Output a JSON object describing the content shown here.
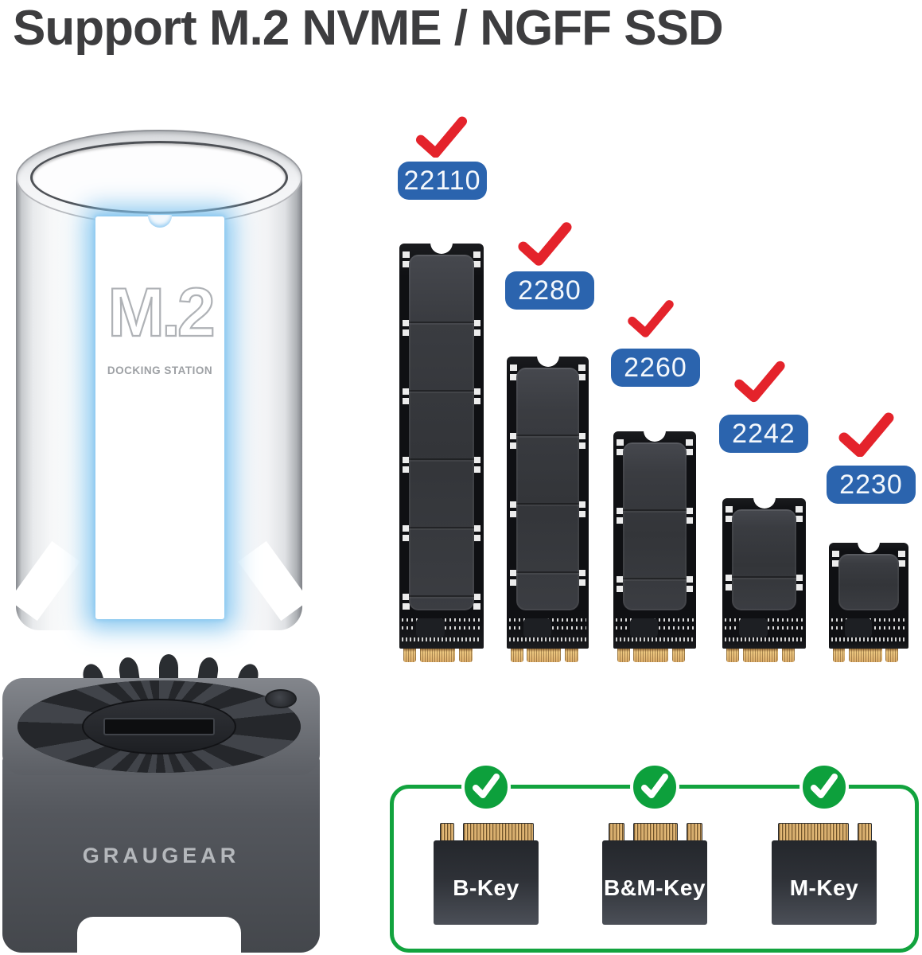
{
  "title": "Support M.2 NVME / NGFF SSD",
  "dock": {
    "logo": "M.2",
    "logo_sub": "DOCKING STATION",
    "brand": "GRAUGEAR"
  },
  "ssd_sizes": [
    "22110",
    "2280",
    "2260",
    "2242",
    "2230"
  ],
  "key_types": [
    "B-Key",
    "B&M-Key",
    "M-Key"
  ],
  "icons": {
    "red_check": "red-check-icon",
    "green_check": "green-check-icon"
  },
  "colors": {
    "badge_blue": "#2b64ae",
    "check_red": "#e4232b",
    "compat_green": "#12a33e",
    "glow_blue": "#7fc3ee",
    "connector_gold": "#ddae6b",
    "title_gray": "#3d3d3f"
  }
}
